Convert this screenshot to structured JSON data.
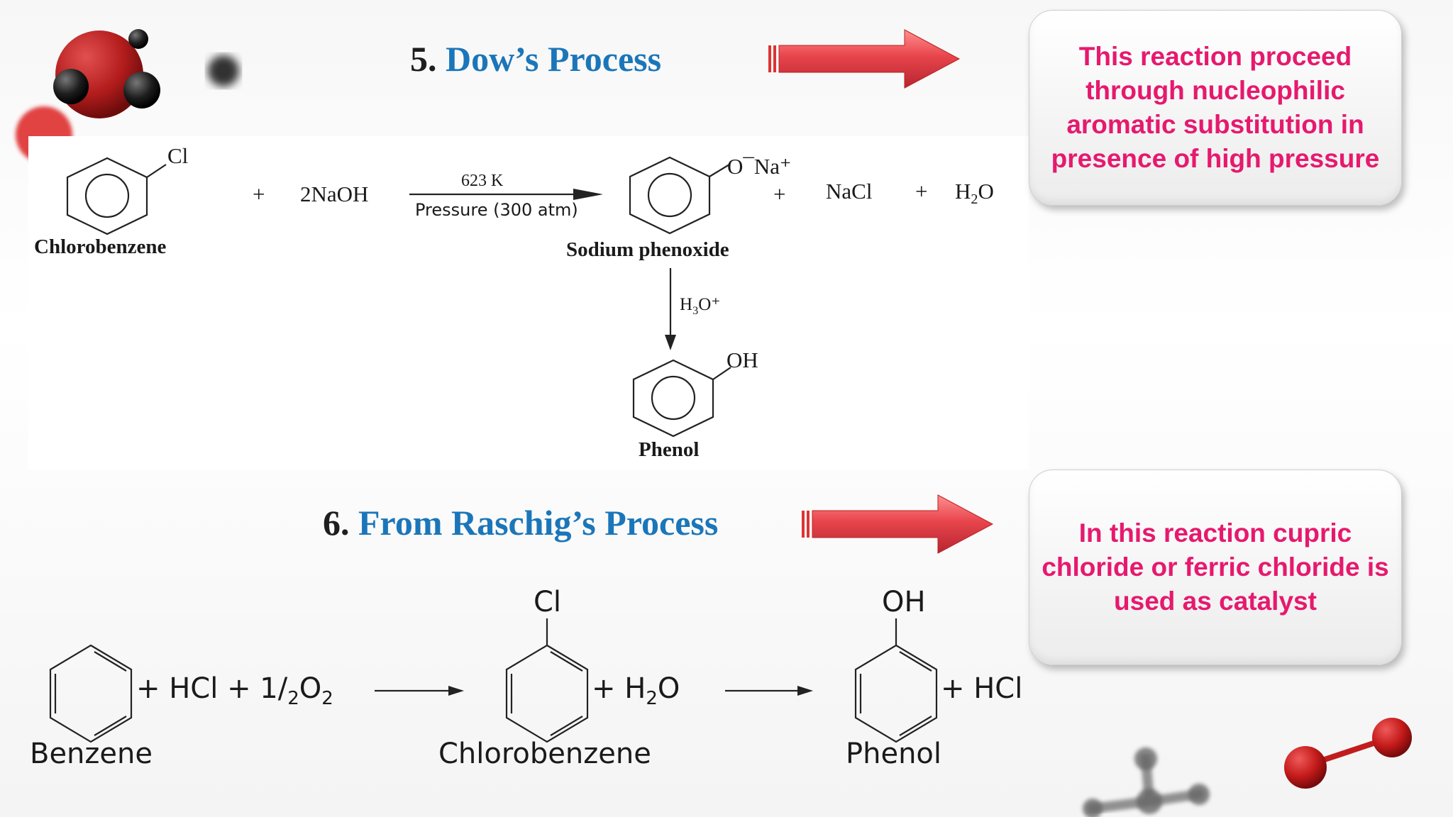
{
  "section5": {
    "number": "5.",
    "title": "Dow’s Process",
    "callout": "This reaction proceed through nucleophilic aromatic substitution in presence of high pressure",
    "reactant_sub": "Cl",
    "reactant_label": "Chlorobenzene",
    "plus": "+",
    "reagent": "2NaOH",
    "temperature": "623 K",
    "pressure": "Pressure (300 atm)",
    "product_sub": "O¯Na⁺",
    "product_label": "Sodium phenoxide",
    "byproduct1": "NaCl",
    "byproduct2_main": "H",
    "byproduct2_sub": "2",
    "byproduct2_end": "O",
    "acid_main": "H",
    "acid_sub": "3",
    "acid_end": "O⁺",
    "final_sub": "OH",
    "final_label": "Phenol"
  },
  "section6": {
    "number": "6.",
    "title": "From Raschig’s Process",
    "callout": "In this reaction cupric chloride or ferric chloride is used as catalyst",
    "reactant_label": "Benzene",
    "reagents_a": "+ HCl + 1/",
    "reagents_b": "2",
    "reagents_c": "O",
    "reagents_d": "2",
    "intermediate_sub": "Cl",
    "intermediate_label": "Chlorobenzene",
    "water_a": "+ H",
    "water_b": "2",
    "water_c": "O",
    "product_sub": "OH",
    "product_label": "Phenol",
    "byproduct": "+ HCl"
  },
  "colors": {
    "heading_blue": "#1b76b9",
    "callout_text": "#e6196e",
    "arrow_red": "#e8454c"
  }
}
